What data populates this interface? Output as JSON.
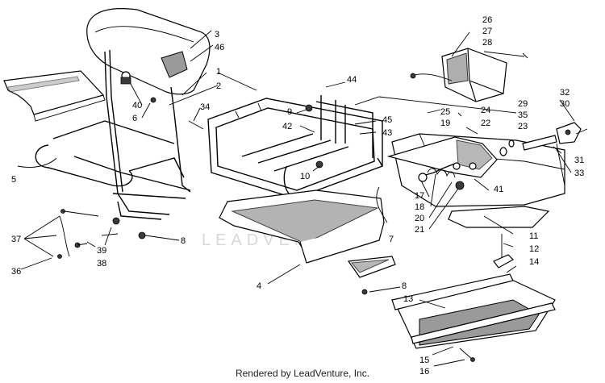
{
  "watermark": "LEADVENTURE",
  "credit": "Rendered by LeadVenture, Inc.",
  "callouts": [
    "1",
    "2",
    "3",
    "4",
    "5",
    "6",
    "7",
    "8",
    "8",
    "9",
    "10",
    "11",
    "12",
    "13",
    "14",
    "15",
    "16",
    "17",
    "18",
    "19",
    "20",
    "21",
    "22",
    "23",
    "24",
    "25",
    "26",
    "27",
    "28",
    "29",
    "30",
    "31",
    "32",
    "33",
    "34",
    "35",
    "36",
    "37",
    "38",
    "39",
    "40",
    "41",
    "42",
    "43",
    "44",
    "45",
    "46"
  ]
}
